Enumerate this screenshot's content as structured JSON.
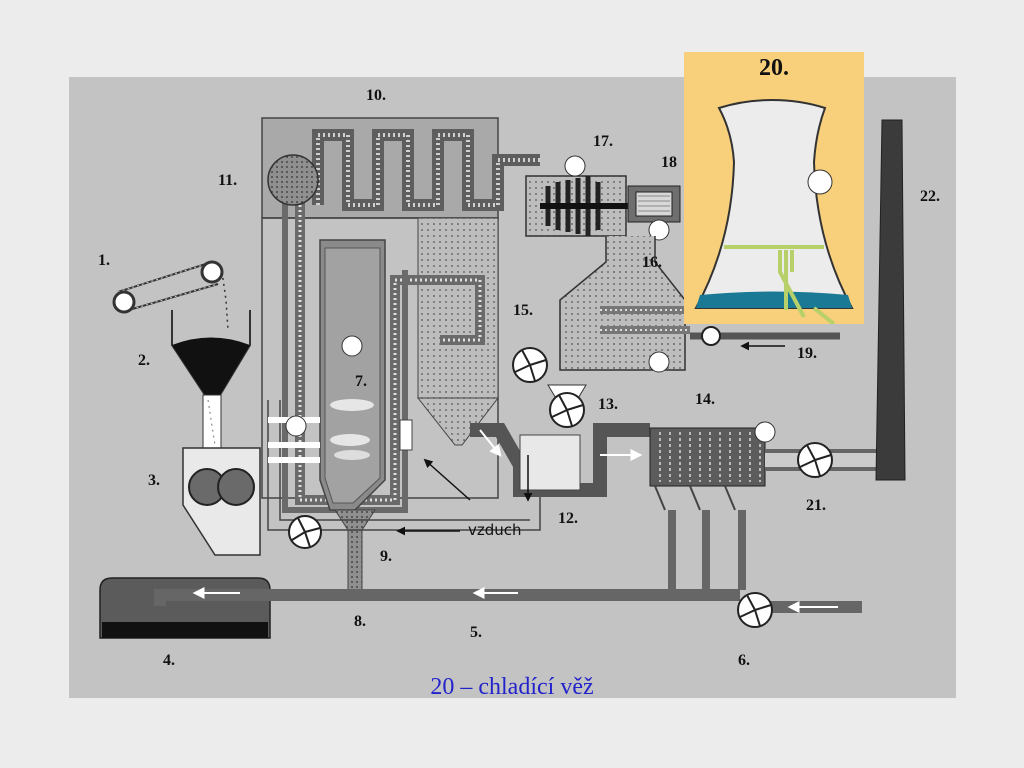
{
  "diagram": {
    "labels": {
      "n1": "1.",
      "n2": "2.",
      "n3": "3.",
      "n4": "4.",
      "n5": "5.",
      "n6": "6.",
      "n7": "7.",
      "n8": "8.",
      "n9": "9.",
      "n10": "10.",
      "n11": "11.",
      "n12": "12.",
      "n13": "13.",
      "n14": "14.",
      "n15": "15.",
      "n16": "16.",
      "n17": "17.",
      "n18": "18",
      "n19": "19.",
      "n21": "21.",
      "n22": "22."
    },
    "air_label": "vzduch",
    "highlight": {
      "number": "20."
    },
    "caption": "20 – chladící věž"
  },
  "colors": {
    "background": "#ececec",
    "panel": "#c3c3c3",
    "pipe": "#666666",
    "highlight_card": "#f8cf7a",
    "water": "#1a7a96",
    "caption": "#2323cc"
  }
}
